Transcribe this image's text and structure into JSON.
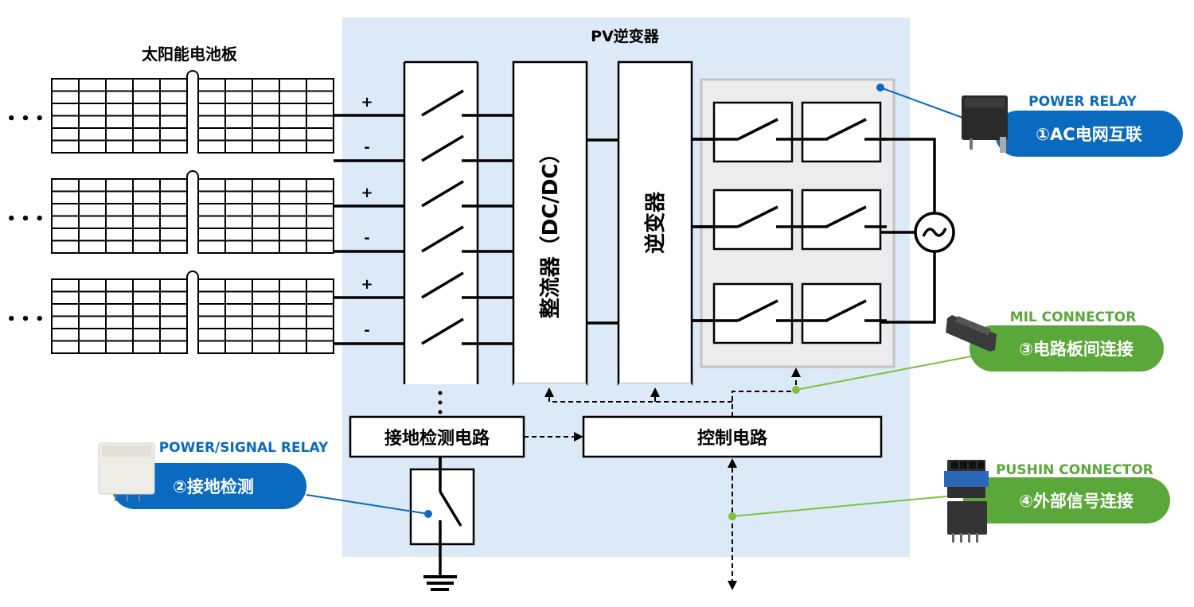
{
  "solar_panels": {
    "title": "太阳能电池板",
    "ellipsis": "• • •",
    "count": 3,
    "polarity_labels": [
      "+",
      "-",
      "+",
      "-",
      "+",
      "-"
    ]
  },
  "inverter": {
    "title": "PV逆变器",
    "rectifier_label": "整流器（DC/DC）",
    "inverter_label": "逆变器",
    "ground_detect_label": "接地检测电路",
    "control_label": "控制电路"
  },
  "callouts": [
    {
      "id": "power-relay",
      "category": "POWER RELAY",
      "label": "①AC电网互联",
      "color": "#0a6abf"
    },
    {
      "id": "power-signal-relay",
      "category": "POWER/SIGNAL RELAY",
      "label": "②接地检测",
      "color": "#0a6abf"
    },
    {
      "id": "mil-connector",
      "category": "MIL CONNECTOR",
      "label": "③电路板间连接",
      "color": "#5aa83a"
    },
    {
      "id": "pushin-connector",
      "category": "PUSHIN CONNECTOR",
      "label": "④外部信号连接",
      "color": "#5aa83a"
    }
  ],
  "colors": {
    "inverter_bg": "#dce9f6",
    "relay_group_bg": "#ececec",
    "blue": "#0a6abf",
    "green": "#5aa83a",
    "green_line": "#7dc142"
  }
}
